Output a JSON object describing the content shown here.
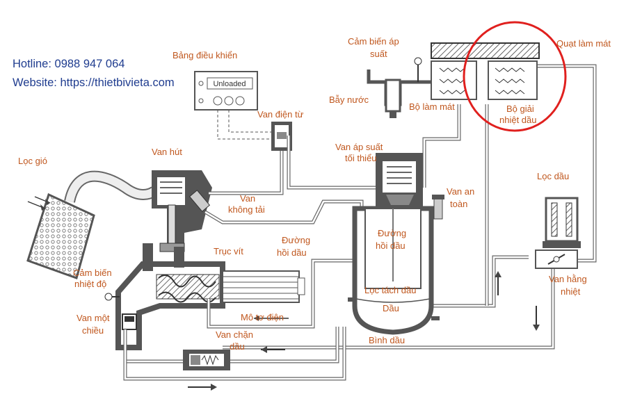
{
  "contact": {
    "hotline": "Hotline: 0988 947 064",
    "website": "Website: https://thietbivieta.com"
  },
  "panel": {
    "display": "Unloaded"
  },
  "labels": {
    "control_panel": "Bảng điều khiển",
    "pressure_sensor_1": "Cảm biến áp",
    "pressure_sensor_2": "suất",
    "cooling_fan": "Quạt làm mát",
    "water_trap": "Bẫy nước",
    "cooler": "Bộ làm mát",
    "oil_cooler_1": "Bộ giải",
    "oil_cooler_2": "nhiệt dầu",
    "solenoid_valve": "Van điện từ",
    "min_pressure_valve_1": "Van áp suất",
    "min_pressure_valve_2": "tối thiểu",
    "air_filter": "Lọc gió",
    "intake_valve": "Van hút",
    "unload_valve_1": "Van",
    "unload_valve_2": "không tải",
    "safety_valve_1": "Van an",
    "safety_valve_2": "toàn",
    "oil_filter": "Lọc dầu",
    "oil_return_line_1": "Đường",
    "oil_return_line_2": "hồi dầu",
    "oil_return_line_3": "Đường",
    "oil_return_line_4": "hồi dầu",
    "screw": "Trục vít",
    "temp_sensor_1": "Cảm biến",
    "temp_sensor_2": "nhiệt độ",
    "oil_separator": "Lọc tách dầu",
    "oil": "Dầu",
    "thermostatic_valve_1": "Van hằng",
    "thermostatic_valve_2": "nhiệt",
    "check_valve_1": "Van một",
    "check_valve_2": "chiều",
    "motor": "Mô tơ điện",
    "oil_stop_valve_1": "Van chặn",
    "oil_stop_valve_2": "dầu",
    "oil_tank": "Bình dầu"
  },
  "colors": {
    "label": "#c0571e",
    "contact": "#1f3c8f",
    "highlight": "#e0201e",
    "pipe": "#555555"
  }
}
